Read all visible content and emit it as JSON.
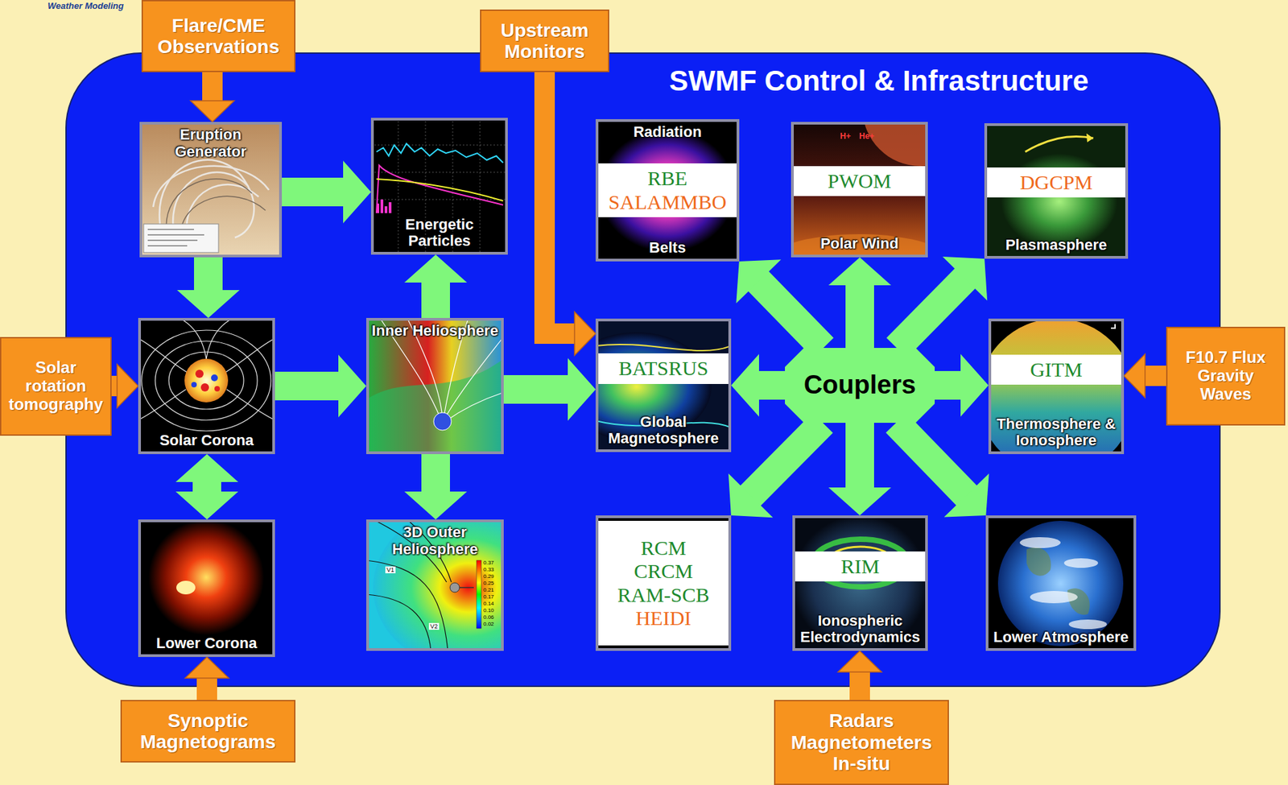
{
  "diagram": {
    "nodes": [
      {
        "text": [
          "Flare/CME Observations"
        ]
      },
      {
        "text": [
          "Upstream Monitors"
        ]
      },
      {
        "text": [
          "SWMF Control & Infrastructure"
        ]
      },
      {
        "text": [
          "Eruption Generator"
        ],
        "in": 2
      },
      {
        "text": [
          "Energetic Particles"
        ],
        "in": 2
      },
      {
        "text": [
          "Radiation",
          "RBE",
          "SALAMMBO",
          "Belts"
        ],
        "in": 2
      },
      {
        "text": [
          "PWOM",
          "Polar Wind"
        ],
        "in": 2
      },
      {
        "text": [
          "DGCPM",
          "Plasmasphere"
        ],
        "in": 2
      },
      {
        "text": [
          "Solar rotation tomography"
        ]
      },
      {
        "text": [
          "Solar Corona"
        ],
        "in": 2
      },
      {
        "text": [
          "Inner Heliosphere"
        ],
        "in": 2
      },
      {
        "text": [
          "BATSRUS",
          "Global Magnetosphere"
        ],
        "in": 2
      },
      {
        "text": [
          "Couplers"
        ],
        "in": 2
      },
      {
        "text": [
          "GITM",
          "Thermosphere & Ionosphere"
        ],
        "in": 2
      },
      {
        "text": [
          "F10.7 Flux Gravity Waves"
        ]
      },
      {
        "text": [
          "Lower Corona"
        ],
        "in": 2
      },
      {
        "text": [
          "3D Outer Heliosphere"
        ],
        "in": 2
      },
      {
        "text": [
          "RCM",
          "CRCM",
          "RAM-SCB",
          "HEIDI"
        ],
        "in": 2
      },
      {
        "text": [
          "RIM",
          "Ionospheric Electrodynamics"
        ],
        "in": 2
      },
      {
        "text": [
          "Lower Atmosphere"
        ],
        "in": 2
      },
      {
        "text": [
          "Synoptic Magnetograms"
        ]
      },
      {
        "text": [
          "Radars Magnetometers In-situ"
        ]
      }
    ],
    "edges": [
      {
        "from": 0,
        "to": 3,
        "arrow": "to"
      },
      {
        "from": 1,
        "to": 11,
        "arrow": "to"
      },
      {
        "from": 8,
        "to": 9,
        "arrow": "to"
      },
      {
        "from": 14,
        "to": 13,
        "arrow": "to"
      },
      {
        "from": 20,
        "to": 15,
        "arrow": "to"
      },
      {
        "from": 21,
        "to": 18,
        "arrow": "to"
      },
      {
        "from": 3,
        "to": 4,
        "arrow": "to"
      },
      {
        "from": 3,
        "to": 9,
        "arrow": "to"
      },
      {
        "from": 9,
        "to": 15,
        "arrow": "both"
      },
      {
        "from": 9,
        "to": 10,
        "arrow": "to"
      },
      {
        "from": 10,
        "to": 4,
        "arrow": "to"
      },
      {
        "from": 10,
        "to": 16,
        "arrow": "to"
      },
      {
        "from": 10,
        "to": 11,
        "arrow": "to"
      },
      {
        "from": 12,
        "to": 11,
        "arrow": "to"
      },
      {
        "from": 12,
        "to": 6,
        "arrow": "to"
      },
      {
        "from": 12,
        "to": 13,
        "arrow": "to"
      },
      {
        "from": 12,
        "to": 18,
        "arrow": "to"
      },
      {
        "from": 12,
        "to": 5,
        "arrow": "to"
      },
      {
        "from": 12,
        "to": 7,
        "arrow": "to"
      },
      {
        "from": 12,
        "to": 17,
        "arrow": "to"
      },
      {
        "from": 12,
        "to": 19,
        "arrow": "to"
      }
    ],
    "labels": [
      "Weather Modeling",
      "H+",
      "He+",
      "V1",
      "V2",
      "0.37",
      "0.33",
      "0.29",
      "0.25",
      "0.21",
      "0.17",
      "0.14",
      "0.10",
      "0.06",
      "0.02"
    ]
  }
}
